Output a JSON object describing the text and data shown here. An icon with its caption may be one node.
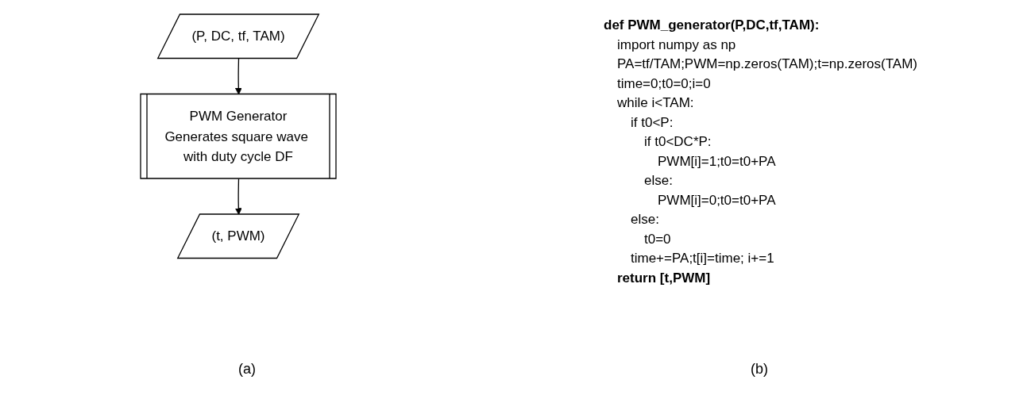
{
  "diagram": {
    "nodes": [
      {
        "text": [
          "(P, DC, tf, TAM)"
        ]
      },
      {
        "text": [
          "PWM Generator",
          "Generates square wave with duty cycle DF"
        ]
      },
      {
        "text": [
          "(t, PWM)"
        ]
      }
    ],
    "edges": [
      {
        "from": 0,
        "to": 1,
        "arrow": "to"
      },
      {
        "from": 1,
        "to": 2,
        "arrow": "to"
      }
    ],
    "labels": [
      "def PWM_generator(P,DC,tf,TAM):",
      "import numpy as np",
      "PA=tf/TAM;PWM=np.zeros(TAM);t=np.zeros(TAM)",
      "time=0;t0=0;i=0",
      "while i<TAM:",
      "if t0<P:",
      "if t0<DC*P:",
      "PWM[i]=1;t0=t0+PA",
      "else:",
      "PWM[i]=0;t0=t0+PA",
      "else:",
      "t0=0",
      "time+=PA;t[i]=time; i+=1",
      "return [t,PWM]",
      "(a)",
      "(b)"
    ]
  }
}
